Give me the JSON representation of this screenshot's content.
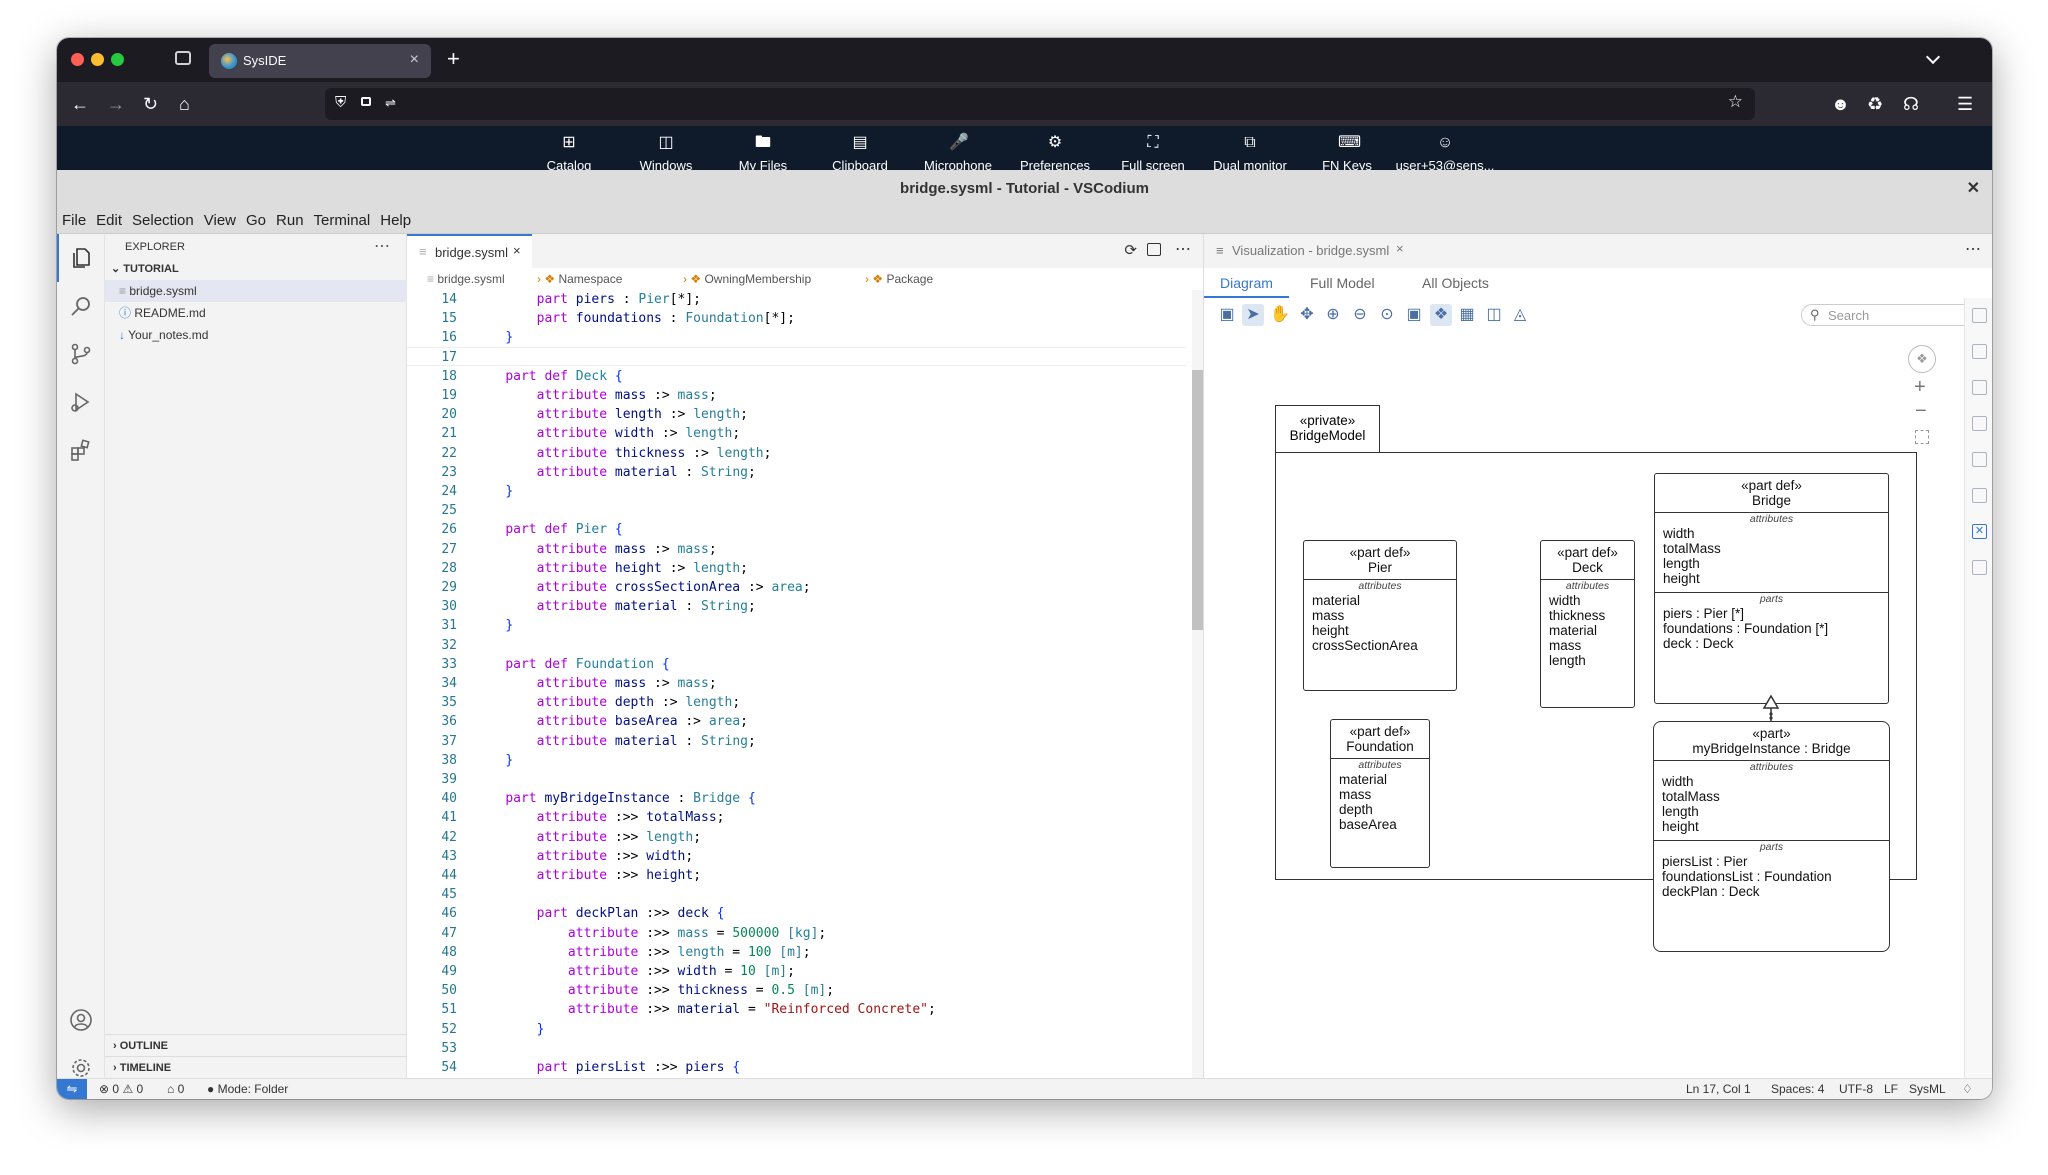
{
  "browser": {
    "tab_title": "SysIDE",
    "close_glyph": "×",
    "new_tab_glyph": "+"
  },
  "remote_toolbar": {
    "items": [
      {
        "label": "Catalog",
        "icon": "plus-square-icon"
      },
      {
        "label": "Windows",
        "icon": "window-icon"
      },
      {
        "label": "My Files",
        "icon": "folder-icon"
      },
      {
        "label": "Clipboard",
        "icon": "clipboard-icon"
      },
      {
        "label": "Microphone",
        "icon": "microphone-icon"
      },
      {
        "label": "Preferences",
        "icon": "gear-icon"
      },
      {
        "label": "Full screen",
        "icon": "fullscreen-icon"
      },
      {
        "label": "Dual monitor",
        "icon": "dual-monitor-icon"
      },
      {
        "label": "FN Keys",
        "icon": "keyboard-icon"
      },
      {
        "label": "user+53@sens...",
        "icon": "user-icon"
      }
    ]
  },
  "window": {
    "title": "bridge.sysml - Tutorial - VSCodium"
  },
  "menu": [
    "File",
    "Edit",
    "Selection",
    "View",
    "Go",
    "Run",
    "Terminal",
    "Help"
  ],
  "sidebar": {
    "header": "EXPLORER",
    "folder": "TUTORIAL",
    "files": [
      "bridge.sysml",
      "README.md",
      "Your_notes.md"
    ],
    "outline": "OUTLINE",
    "timeline": "TIMELINE"
  },
  "editor": {
    "tab": "bridge.sysml",
    "breadcrumb": [
      "bridge.sysml",
      "Namespace",
      "OwningMembership",
      "Package"
    ],
    "lines": [
      {
        "n": "14",
        "t": "        part piers : Pier[*];"
      },
      {
        "n": "15",
        "t": "        part foundations : Foundation[*];"
      },
      {
        "n": "16",
        "t": "    }"
      },
      {
        "n": "17",
        "t": ""
      },
      {
        "n": "18",
        "t": "    part def Deck {"
      },
      {
        "n": "19",
        "t": "        attribute mass :> mass;"
      },
      {
        "n": "20",
        "t": "        attribute length :> length;"
      },
      {
        "n": "21",
        "t": "        attribute width :> length;"
      },
      {
        "n": "22",
        "t": "        attribute thickness :> length;"
      },
      {
        "n": "23",
        "t": "        attribute material : String;"
      },
      {
        "n": "24",
        "t": "    }"
      },
      {
        "n": "25",
        "t": ""
      },
      {
        "n": "26",
        "t": "    part def Pier {"
      },
      {
        "n": "27",
        "t": "        attribute mass :> mass;"
      },
      {
        "n": "28",
        "t": "        attribute height :> length;"
      },
      {
        "n": "29",
        "t": "        attribute crossSectionArea :> area;"
      },
      {
        "n": "30",
        "t": "        attribute material : String;"
      },
      {
        "n": "31",
        "t": "    }"
      },
      {
        "n": "32",
        "t": ""
      },
      {
        "n": "33",
        "t": "    part def Foundation {"
      },
      {
        "n": "34",
        "t": "        attribute mass :> mass;"
      },
      {
        "n": "35",
        "t": "        attribute depth :> length;"
      },
      {
        "n": "36",
        "t": "        attribute baseArea :> area;"
      },
      {
        "n": "37",
        "t": "        attribute material : String;"
      },
      {
        "n": "38",
        "t": "    }"
      },
      {
        "n": "39",
        "t": ""
      },
      {
        "n": "40",
        "t": "    part myBridgeInstance : Bridge {"
      },
      {
        "n": "41",
        "t": "        attribute :>> totalMass;"
      },
      {
        "n": "42",
        "t": "        attribute :>> length;"
      },
      {
        "n": "43",
        "t": "        attribute :>> width;"
      },
      {
        "n": "44",
        "t": "        attribute :>> height;"
      },
      {
        "n": "45",
        "t": ""
      },
      {
        "n": "46",
        "t": "        part deckPlan :>> deck {"
      },
      {
        "n": "47",
        "t": "            attribute :>> mass = 500000 [kg];"
      },
      {
        "n": "48",
        "t": "            attribute :>> length = 100 [m];"
      },
      {
        "n": "49",
        "t": "            attribute :>> width = 10 [m];"
      },
      {
        "n": "50",
        "t": "            attribute :>> thickness = 0.5 [m];"
      },
      {
        "n": "51",
        "t": "            attribute :>> material = \"Reinforced Concrete\";"
      },
      {
        "n": "52",
        "t": "        }"
      },
      {
        "n": "53",
        "t": ""
      },
      {
        "n": "54",
        "t": "        part piersList :>> piers {"
      }
    ]
  },
  "viz": {
    "tab": "Visualization - bridge.sysml",
    "subtabs": [
      "Diagram",
      "Full Model",
      "All Objects"
    ],
    "search_placeholder": "Search",
    "package": {
      "stereo": "«private»",
      "name": "BridgeModel"
    },
    "boxes": {
      "pier": {
        "stereo": "«part def»",
        "name": "Pier",
        "attr_caption": "attributes",
        "attrs": [
          "material",
          "mass",
          "height",
          "crossSectionArea"
        ]
      },
      "deck": {
        "stereo": "«part def»",
        "name": "Deck",
        "attr_caption": "attributes",
        "attrs": [
          "width",
          "thickness",
          "material",
          "mass",
          "length"
        ]
      },
      "foundation": {
        "stereo": "«part def»",
        "name": "Foundation",
        "attr_caption": "attributes",
        "attrs": [
          "material",
          "mass",
          "depth",
          "baseArea"
        ]
      },
      "bridge": {
        "stereo": "«part def»",
        "name": "Bridge",
        "attr_caption": "attributes",
        "attrs": [
          "width",
          "totalMass",
          "length",
          "height"
        ],
        "parts_caption": "parts",
        "parts": [
          "piers : Pier [*]",
          "foundations : Foundation [*]",
          "deck : Deck"
        ]
      },
      "instance": {
        "stereo": "«part»",
        "name": "myBridgeInstance : Bridge",
        "attr_caption": "attributes",
        "attrs": [
          "width",
          "totalMass",
          "length",
          "height"
        ],
        "parts_caption": "parts",
        "parts": [
          "piersList : Pier",
          "foundationsList : Foundation",
          "deckPlan : Deck"
        ]
      }
    }
  },
  "status": {
    "errors": "0",
    "warnings": "0",
    "ports": "0",
    "mode": "Mode: Folder",
    "position": "Ln 17, Col 1",
    "spaces": "Spaces: 4",
    "encoding": "UTF-8",
    "eol": "LF",
    "language": "SysML"
  }
}
